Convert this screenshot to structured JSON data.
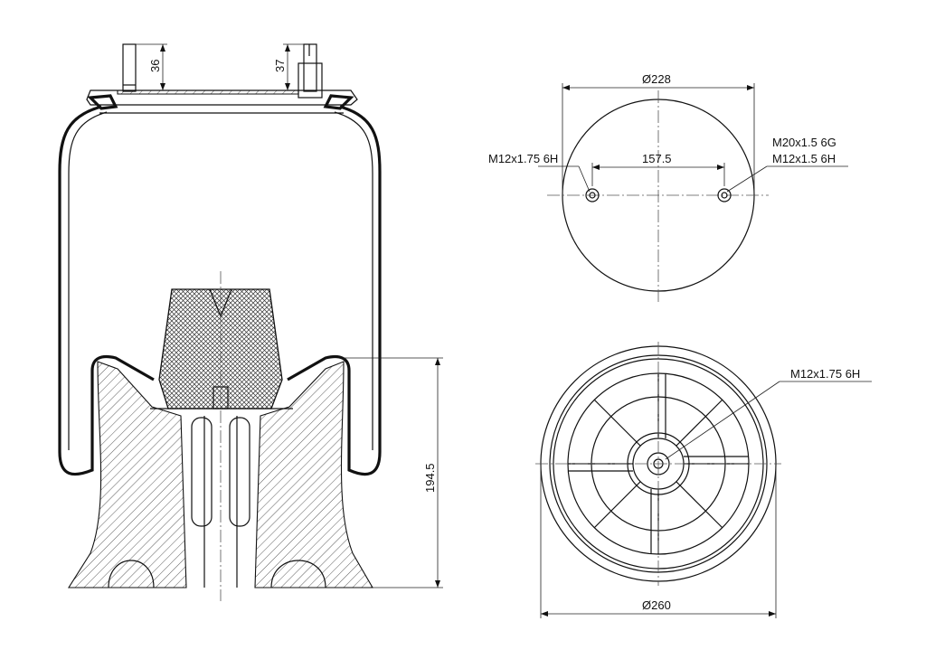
{
  "side_view": {
    "stud_left_height": "36",
    "stud_right_height": "37",
    "piston_height": "194.5"
  },
  "top_view": {
    "diameter": "Ø228",
    "hole_spacing": "157.5",
    "left_thread": "M12x1.75 6H",
    "right_thread_1": "M20x1.5 6G",
    "right_thread_2": "M12x1.5 6H"
  },
  "bottom_view": {
    "thread": "M12x1.75 6H",
    "diameter": "Ø260"
  }
}
